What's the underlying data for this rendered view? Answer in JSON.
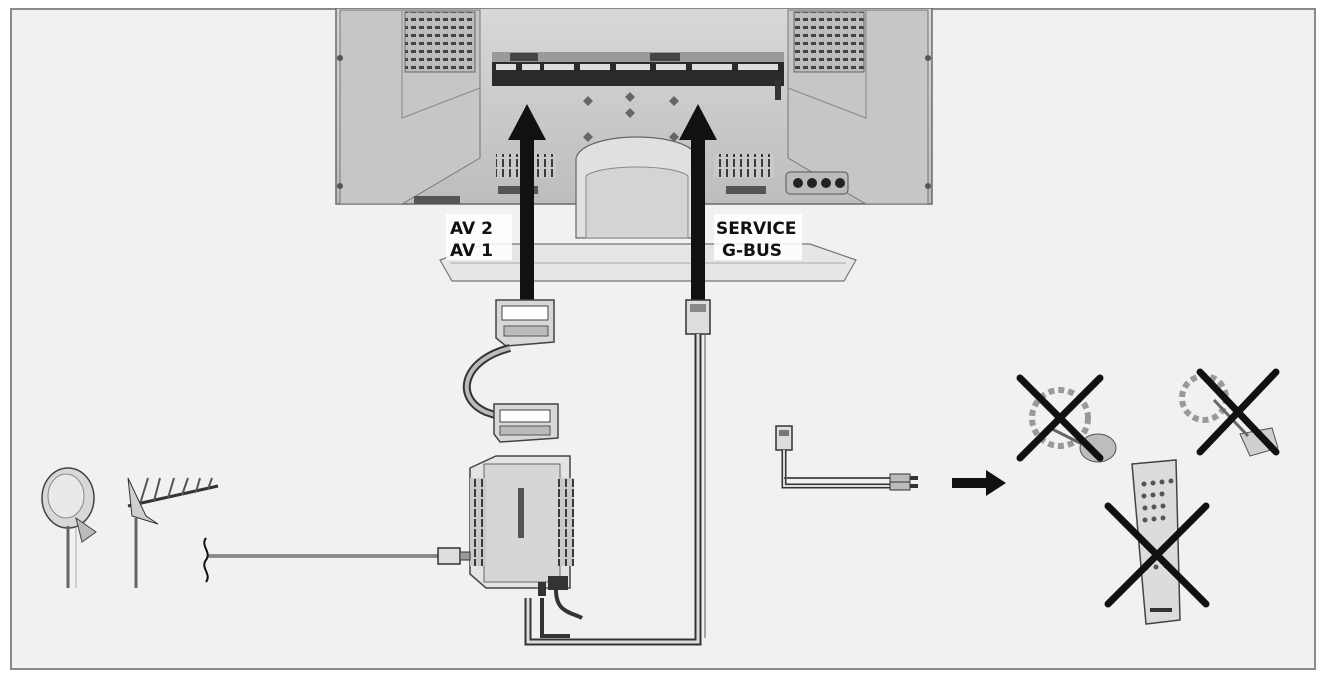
{
  "labels": {
    "av2": "AV 2",
    "av1": "AV 1",
    "service": "SERVICE",
    "gbus": "G-BUS"
  },
  "colors": {
    "background": "#f1f1f1",
    "border": "#8a8a8a",
    "tv_body": "#cfcfcf",
    "arrows": "#111111",
    "cross": "#111111"
  },
  "icons": [
    "tv-back-panel-icon",
    "scart-adapter-icon",
    "receiver-box-icon",
    "satellite-dish-icon",
    "antenna-icon",
    "ir-sender-cable-icon",
    "right-arrow-icon",
    "cross-mark-icon",
    "remote-control-icon"
  ]
}
